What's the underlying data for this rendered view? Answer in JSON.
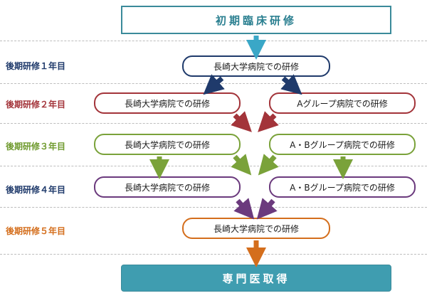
{
  "header": {
    "label": "初期臨床研修"
  },
  "footer": {
    "label": "専門医取得"
  },
  "years": [
    {
      "label": "後期研修１年目",
      "color": "#1f3a6b"
    },
    {
      "label": "後期研修２年目",
      "color": "#a3343a"
    },
    {
      "label": "後期研修３年目",
      "color": "#6f9a2e"
    },
    {
      "label": "後期研修４年目",
      "color": "#1f3a6b"
    },
    {
      "label": "後期研修５年目",
      "color": "#d46e1c"
    }
  ],
  "boxes": {
    "y1": "長崎大学病院での研修",
    "y2_left": "長崎大学病院での研修",
    "y2_right": "Aグループ病院での研修",
    "y3_left": "長崎大学病院での研修",
    "y3_right": "A・Bグループ病院での研修",
    "y4_left": "長崎大学病院での研修",
    "y4_right": "A・Bグループ病院での研修",
    "y5": "長崎大学病院での研修"
  },
  "colors": {
    "teal": "#3a8a9a",
    "navy": "#1f3a6b",
    "red": "#a3343a",
    "green": "#7aa23a",
    "purple": "#6b3a7d",
    "orange": "#d46e1c",
    "arrow_cyan": "#3aa7c7"
  }
}
